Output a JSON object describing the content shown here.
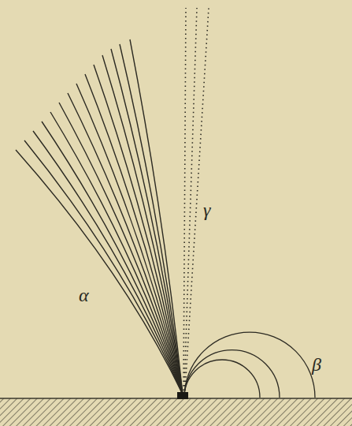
{
  "diagram": {
    "labels": [
      "α",
      "γ",
      "β"
    ]
  }
}
